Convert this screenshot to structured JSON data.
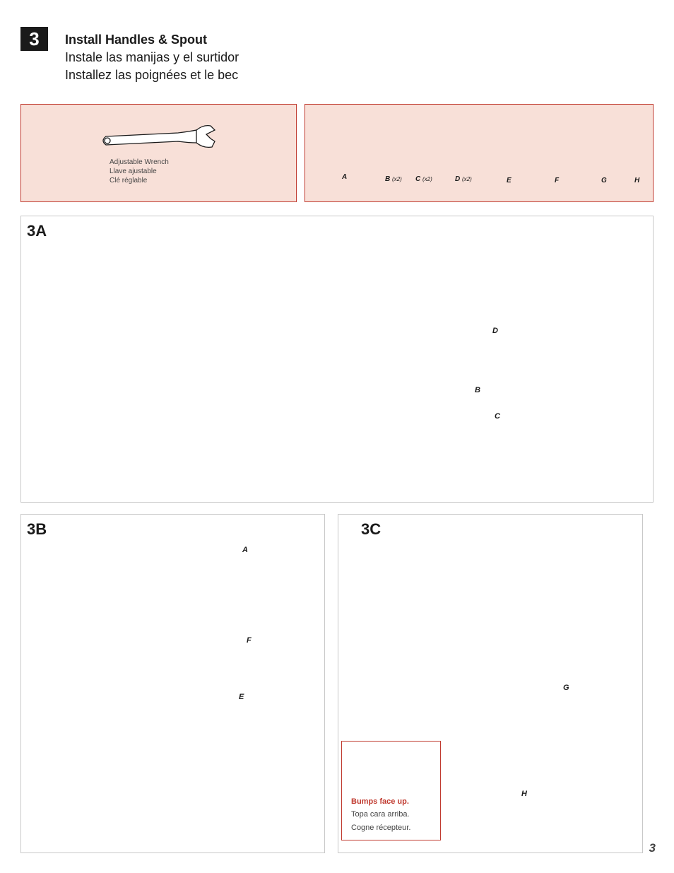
{
  "step": {
    "number": "3",
    "title_en": "Install Handles & Spout",
    "title_es": "Instale las manijas y el surtidor",
    "title_fr": "Installez las poignées et le bec"
  },
  "tools": {
    "name_en": "Adjustable Wrench",
    "name_es": "Llave ajustable",
    "name_fr": "Clé réglable"
  },
  "parts": [
    {
      "letter": "A",
      "qty": ""
    },
    {
      "letter": "B",
      "qty": "(x2)"
    },
    {
      "letter": "C",
      "qty": "(x2)"
    },
    {
      "letter": "D",
      "qty": "(x2)"
    },
    {
      "letter": "E",
      "qty": ""
    },
    {
      "letter": "F",
      "qty": ""
    },
    {
      "letter": "G",
      "qty": ""
    },
    {
      "letter": "H",
      "qty": ""
    }
  ],
  "panel_3a": {
    "label": "3A",
    "callouts": [
      "D",
      "B",
      "C"
    ]
  },
  "panel_3b": {
    "label": "3B",
    "callouts": [
      "A",
      "F",
      "E"
    ]
  },
  "panel_3c": {
    "label": "3C",
    "callouts": [
      "G",
      "H"
    ],
    "note_en": "Bumps face up.",
    "note_es": "Topa cara arriba.",
    "note_fr": "Cogne récepteur."
  },
  "page_number": "3",
  "colors": {
    "accent": "#c03a2f",
    "panel_fill": "#f8e0d8",
    "part_fill": "#e8957a"
  }
}
